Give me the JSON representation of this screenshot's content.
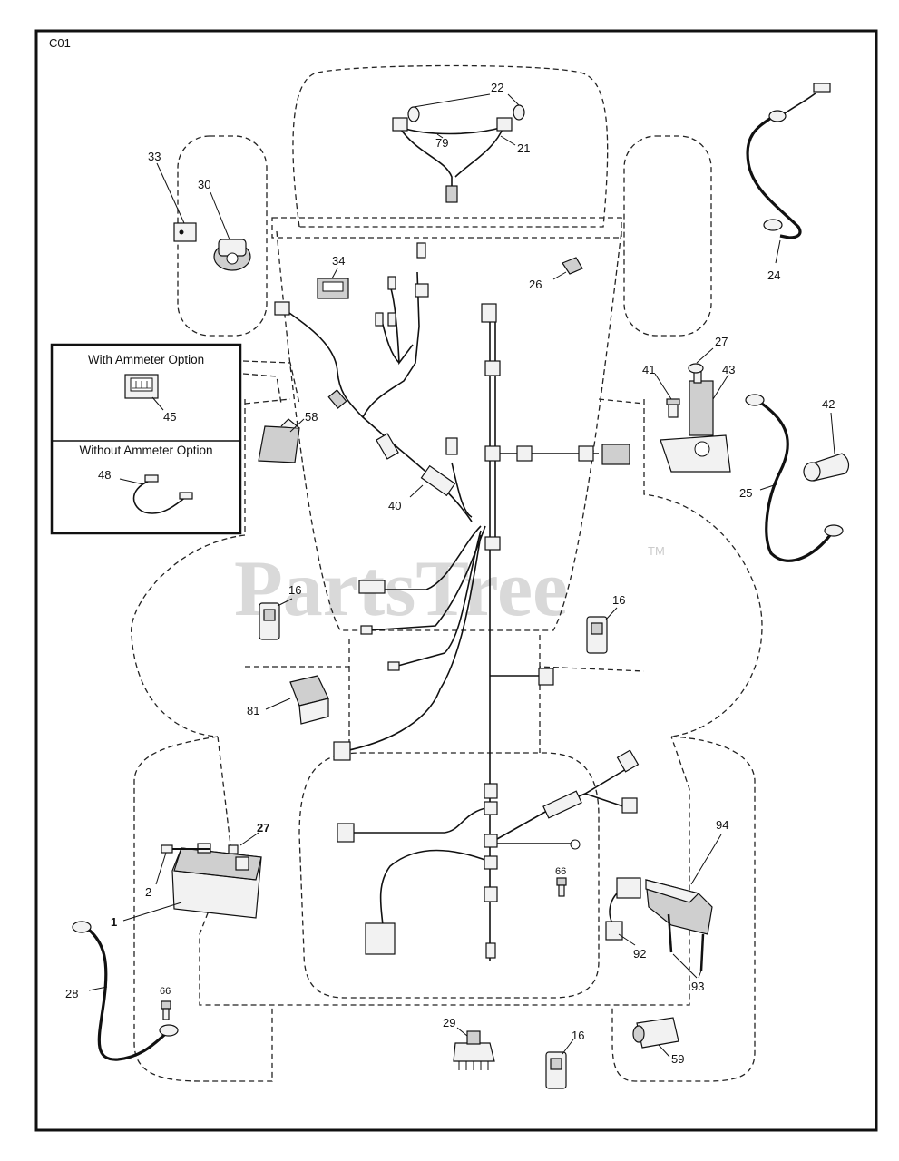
{
  "diagram": {
    "page_code": "C01",
    "watermark": "PartsTree",
    "watermark_tm": "TM",
    "option_box": {
      "with_title": "With Ammeter Option",
      "without_title": "Without Ammeter Option",
      "with_part": "45",
      "without_part": "48"
    },
    "callouts": [
      "22",
      "79",
      "21",
      "33",
      "30",
      "34",
      "26",
      "24",
      "27",
      "41",
      "43",
      "42",
      "25",
      "58",
      "40",
      "16",
      "16",
      "16",
      "81",
      "2",
      "27",
      "1",
      "28",
      "66",
      "66",
      "94",
      "92",
      "93",
      "29",
      "59"
    ]
  }
}
